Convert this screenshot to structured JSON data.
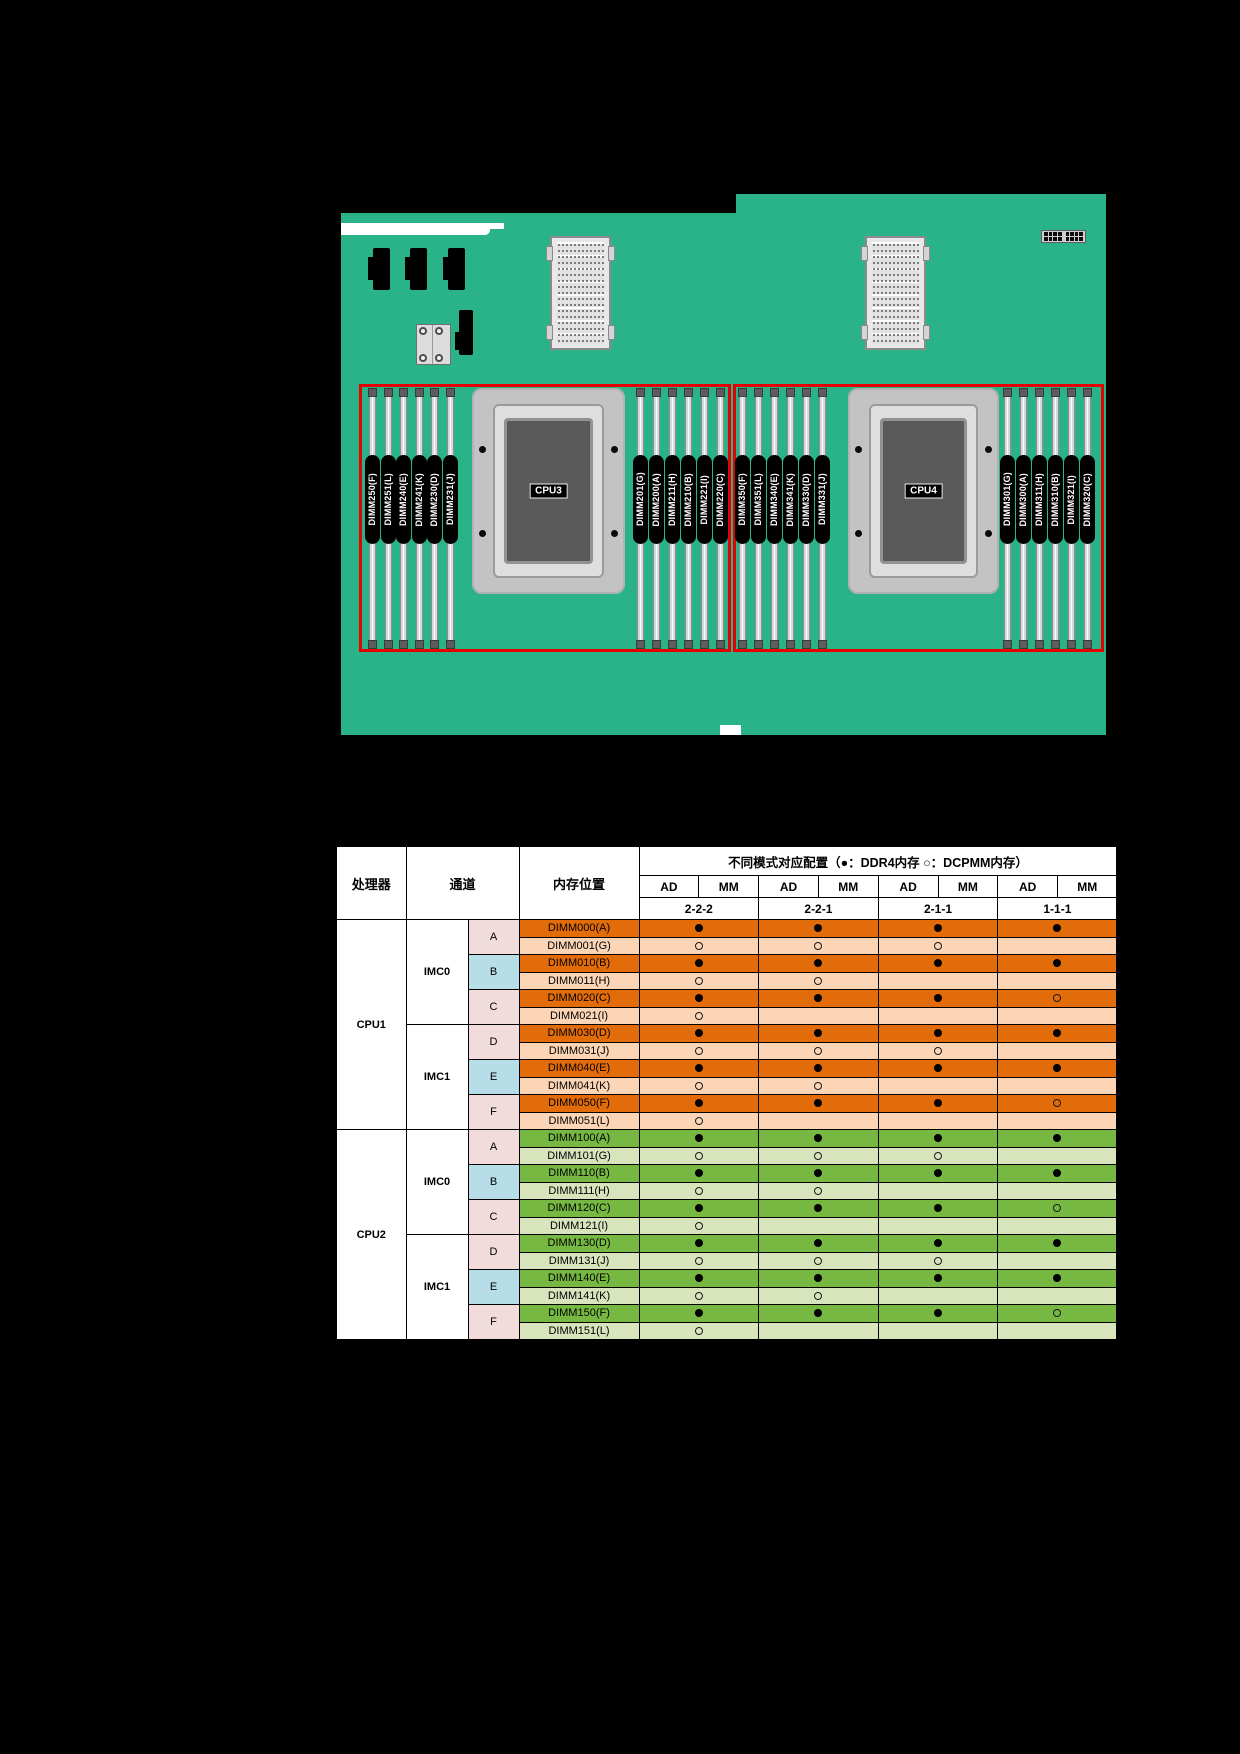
{
  "board": {
    "cpu_sockets": [
      {
        "label": "CPU3"
      },
      {
        "label": "CPU4"
      }
    ],
    "dimm_groups": [
      {
        "labels": [
          "DIMM250(F)",
          "DIMM251(L)",
          "DIMM240(E)",
          "DIMM241(K)",
          "DIMM230(D)",
          "DIMM231(J)"
        ]
      },
      {
        "labels": [
          "DIMM201(G)",
          "DIMM200(A)",
          "DIMM211(H)",
          "DIMM210(B)",
          "DIMM221(I)",
          "DIMM220(C)"
        ]
      },
      {
        "labels": [
          "DIMM350(F)",
          "DIMM351(L)",
          "DIMM340(E)",
          "DIMM341(K)",
          "DIMM330(D)",
          "DIMM331(J)"
        ]
      },
      {
        "labels": [
          "DIMM301(G)",
          "DIMM300(A)",
          "DIMM311(H)",
          "DIMM310(B)",
          "DIMM321(I)",
          "DIMM320(C)"
        ]
      }
    ]
  },
  "table": {
    "headers": {
      "processor": "处理器",
      "channel": "通道",
      "location": "内存位置",
      "legend": "不同模式对应配置（●：DDR4内存  ○：DCPMM内存）",
      "mode_cols": [
        "AD",
        "MM",
        "AD",
        "MM",
        "AD",
        "MM",
        "AD",
        "MM"
      ],
      "modes": [
        "2-2-2",
        "2-2-1",
        "2-1-1",
        "1-1-1"
      ]
    },
    "cpus": [
      {
        "name": "CPU1",
        "theme": "o",
        "imcs": [
          {
            "name": "IMC0",
            "channels": [
              {
                "letter": "A",
                "rows": [
                  {
                    "dimm": "DIMM000(A)",
                    "shade": "dark",
                    "marks": [
                      "dot",
                      "dot",
                      "dot",
                      "dot"
                    ]
                  },
                  {
                    "dimm": "DIMM001(G)",
                    "shade": "light",
                    "marks": [
                      "ring",
                      "ring",
                      "ring",
                      ""
                    ]
                  }
                ]
              },
              {
                "letter": "B",
                "rows": [
                  {
                    "dimm": "DIMM010(B)",
                    "shade": "dark",
                    "marks": [
                      "dot",
                      "dot",
                      "dot",
                      "dot"
                    ]
                  },
                  {
                    "dimm": "DIMM011(H)",
                    "shade": "light",
                    "marks": [
                      "ring",
                      "ring",
                      "",
                      ""
                    ]
                  }
                ]
              },
              {
                "letter": "C",
                "rows": [
                  {
                    "dimm": "DIMM020(C)",
                    "shade": "dark",
                    "marks": [
                      "dot",
                      "dot",
                      "dot",
                      "ring"
                    ]
                  },
                  {
                    "dimm": "DIMM021(I)",
                    "shade": "light",
                    "marks": [
                      "ring",
                      "",
                      "",
                      ""
                    ]
                  }
                ]
              }
            ]
          },
          {
            "name": "IMC1",
            "channels": [
              {
                "letter": "D",
                "rows": [
                  {
                    "dimm": "DIMM030(D)",
                    "shade": "dark",
                    "marks": [
                      "dot",
                      "dot",
                      "dot",
                      "dot"
                    ]
                  },
                  {
                    "dimm": "DIMM031(J)",
                    "shade": "light",
                    "marks": [
                      "ring",
                      "ring",
                      "ring",
                      ""
                    ]
                  }
                ]
              },
              {
                "letter": "E",
                "rows": [
                  {
                    "dimm": "DIMM040(E)",
                    "shade": "dark",
                    "marks": [
                      "dot",
                      "dot",
                      "dot",
                      "dot"
                    ]
                  },
                  {
                    "dimm": "DIMM041(K)",
                    "shade": "light",
                    "marks": [
                      "ring",
                      "ring",
                      "",
                      ""
                    ]
                  }
                ]
              },
              {
                "letter": "F",
                "rows": [
                  {
                    "dimm": "DIMM050(F)",
                    "shade": "dark",
                    "marks": [
                      "dot",
                      "dot",
                      "dot",
                      "ring"
                    ]
                  },
                  {
                    "dimm": "DIMM051(L)",
                    "shade": "light",
                    "marks": [
                      "ring",
                      "",
                      "",
                      ""
                    ]
                  }
                ]
              }
            ]
          }
        ]
      },
      {
        "name": "CPU2",
        "theme": "g",
        "imcs": [
          {
            "name": "IMC0",
            "channels": [
              {
                "letter": "A",
                "rows": [
                  {
                    "dimm": "DIMM100(A)",
                    "shade": "dark",
                    "marks": [
                      "dot",
                      "dot",
                      "dot",
                      "dot"
                    ]
                  },
                  {
                    "dimm": "DIMM101(G)",
                    "shade": "light",
                    "marks": [
                      "ring",
                      "ring",
                      "ring",
                      ""
                    ]
                  }
                ]
              },
              {
                "letter": "B",
                "rows": [
                  {
                    "dimm": "DIMM110(B)",
                    "shade": "dark",
                    "marks": [
                      "dot",
                      "dot",
                      "dot",
                      "dot"
                    ]
                  },
                  {
                    "dimm": "DIMM111(H)",
                    "shade": "light",
                    "marks": [
                      "ring",
                      "ring",
                      "",
                      ""
                    ]
                  }
                ]
              },
              {
                "letter": "C",
                "rows": [
                  {
                    "dimm": "DIMM120(C)",
                    "shade": "dark",
                    "marks": [
                      "dot",
                      "dot",
                      "dot",
                      "ring"
                    ]
                  },
                  {
                    "dimm": "DIMM121(I)",
                    "shade": "light",
                    "marks": [
                      "ring",
                      "",
                      "",
                      ""
                    ]
                  }
                ]
              }
            ]
          },
          {
            "name": "IMC1",
            "channels": [
              {
                "letter": "D",
                "rows": [
                  {
                    "dimm": "DIMM130(D)",
                    "shade": "dark",
                    "marks": [
                      "dot",
                      "dot",
                      "dot",
                      "dot"
                    ]
                  },
                  {
                    "dimm": "DIMM131(J)",
                    "shade": "light",
                    "marks": [
                      "ring",
                      "ring",
                      "ring",
                      ""
                    ]
                  }
                ]
              },
              {
                "letter": "E",
                "rows": [
                  {
                    "dimm": "DIMM140(E)",
                    "shade": "dark",
                    "marks": [
                      "dot",
                      "dot",
                      "dot",
                      "dot"
                    ]
                  },
                  {
                    "dimm": "DIMM141(K)",
                    "shade": "light",
                    "marks": [
                      "ring",
                      "ring",
                      "",
                      ""
                    ]
                  }
                ]
              },
              {
                "letter": "F",
                "rows": [
                  {
                    "dimm": "DIMM150(F)",
                    "shade": "dark",
                    "marks": [
                      "dot",
                      "dot",
                      "dot",
                      "ring"
                    ]
                  },
                  {
                    "dimm": "DIMM151(L)",
                    "shade": "light",
                    "marks": [
                      "ring",
                      "",
                      "",
                      ""
                    ]
                  }
                ]
              }
            ]
          }
        ]
      }
    ]
  },
  "colors": {
    "board_green": "#2ab389",
    "highlight_red": "#e60000",
    "row_orange_dark": "#E36C0A",
    "row_orange_light": "#FBD5B5",
    "row_green_dark": "#77B843",
    "row_green_light": "#D7E4BC",
    "channel_pink": "#F2DBDB",
    "channel_blue": "#B7DDE8"
  }
}
